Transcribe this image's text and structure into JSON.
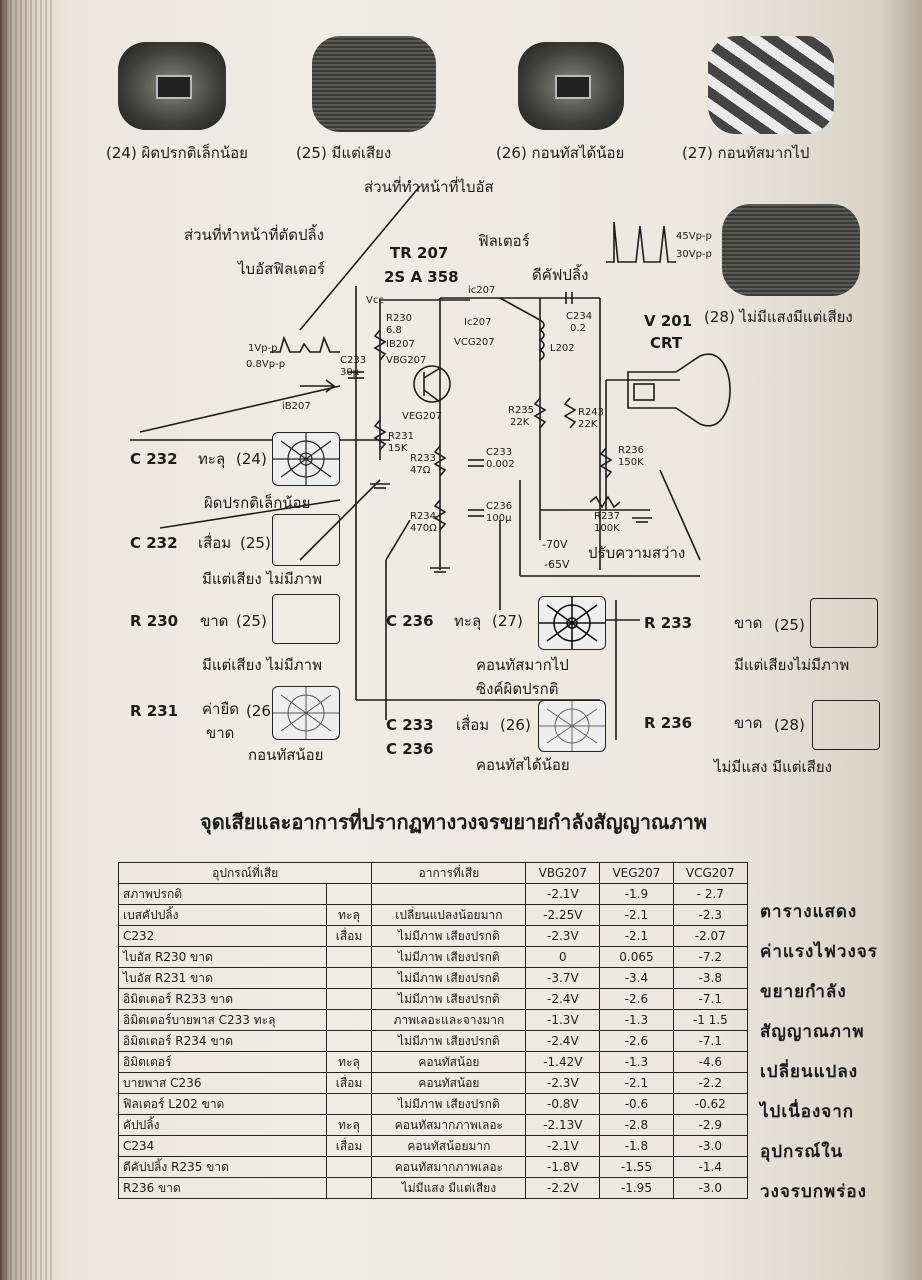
{
  "screens": [
    {
      "caption": "(24) ผิดปรกติเล็กน้อย"
    },
    {
      "caption": "(25) มีแต่เสียง"
    },
    {
      "caption": "(26) กอนทัสได้น้อย"
    },
    {
      "caption": "(27) กอนทัสมากไป"
    },
    {
      "caption": "(28) ไม่มีแสงมีแต่เสียง"
    }
  ],
  "labels": {
    "focus_part": "ส่วนที่ทำหน้าที่ไบอัส",
    "clip_part": "ส่วนที่ทำหน้าที่ตัดปลิ้ง",
    "bias_filter": "ไบอัสฟิลเตอร์",
    "tr": "TR 207",
    "tr_code": "2S A 358",
    "filter": "ฟิลเตอร์",
    "clipper": "ดีคัฟปลิ้ง",
    "v201": "V 201",
    "crt": "CRT",
    "brightness": "ปรับความสว่าง",
    "wave_45": "45Vp-p",
    "wave_30": "30Vp-p",
    "wave_1": "1Vp-p",
    "wave_08": "0.8Vp-p",
    "minus70": "-70V",
    "minus65": "-65V"
  },
  "components": {
    "vcc": "Vcc",
    "r230": "R230",
    "r230v": "6.8",
    "ib": "IB207",
    "vbg": "VBG207",
    "c233": "C233",
    "c233v": "30μ",
    "ib2": "iB207",
    "veg": "VEG207",
    "r231": "R231",
    "r231v": "15K",
    "r233": "R233",
    "r233v": "47Ω",
    "r234": "R234",
    "r234v": "470Ω",
    "c233b": "C233",
    "c233bv": "0.002",
    "c236": "C236",
    "c236v": "100μ",
    "ic": "ic207",
    "ic2": "Ic207",
    "vcg": "VCG207",
    "l202": "L202",
    "c234": "C234",
    "c234v": "0.2",
    "r235": "R235",
    "r235v": "22K",
    "r243": "R243",
    "r243v": "22K",
    "r236": "R236",
    "r236v": "150K",
    "r237": "R237",
    "r237v": "100K"
  },
  "faults": [
    {
      "part": "C 232",
      "state": "ทะลุ",
      "num": "(24)",
      "desc": "ผิดปรกติเล็กน้อย"
    },
    {
      "part": "C 232",
      "state": "เสื่อม",
      "num": "(25)",
      "desc": "มีแต่เสียง ไม่มีภาพ"
    },
    {
      "part": "R 230",
      "state": "ขาด",
      "num": "(25)",
      "desc": "มีแต่เสียง ไม่มีภาพ"
    },
    {
      "part": "R 231",
      "state": "ค่ายืด",
      "num": "(26)",
      "state2": "ขาด",
      "desc": "กอนทัสน้อย"
    },
    {
      "part": "C 236",
      "state": "ทะลุ",
      "num": "(27)",
      "desc": "คอนทัสมากไป",
      "desc2": "ซิงค์ผิดปรกติ"
    },
    {
      "part": "C 233",
      "part2": "C 236",
      "state": "เสื่อม",
      "num": "(26)",
      "desc": "คอนทัสได้น้อย"
    },
    {
      "part": "R 233",
      "state": "ขาด",
      "num": "(25)",
      "desc": "มีแต่เสียงไม่มีภาพ"
    },
    {
      "part": "R 236",
      "state": "ขาด",
      "num": "(28)",
      "desc": "ไม่มีแสง มีแต่เสียง"
    }
  ],
  "heading": "จุดเสียและอาการที่ปรากฏทางวงจรขยายกำลังสัญญาณภาพ",
  "table": {
    "headers": [
      "อุปกรณ์ที่เสีย",
      "อาการที่เสีย",
      "VBG207",
      "VEG207",
      "VCG207"
    ],
    "rows": [
      [
        "สภาพปรกติ",
        "",
        "",
        "-2.1V",
        "-1.9",
        "- 2.7"
      ],
      [
        "เบสคัปปลิ้ง",
        "ทะลุ",
        "เปลี่ยนแปลงน้อยมาก",
        "-2.25V",
        "-2.1",
        "-2.3"
      ],
      [
        "C232",
        "เสื่อม",
        "ไม่มีภาพ เสียงปรกติ",
        "-2.3V",
        "-2.1",
        "-2.07"
      ],
      [
        "ไบอัส R230 ขาด",
        "",
        "ไม่มีภาพ เสียงปรกติ",
        "0",
        "0.065",
        "-7.2"
      ],
      [
        "ไบอัส R231 ขาด",
        "",
        "ไม่มีภาพ เสียงปรกติ",
        "-3.7V",
        "-3.4",
        "-3.8"
      ],
      [
        "อิมิตเตอร์ R233 ขาด",
        "",
        "ไม่มีภาพ เสียงปรกติ",
        "-2.4V",
        "-2.6",
        "-7.1"
      ],
      [
        "อิมิตเตอร์บายพาส C233 ทะลุ",
        "",
        "ภาพเลอะและจางมาก",
        "-1.3V",
        "-1.3",
        "-1 1.5"
      ],
      [
        "อิมิตเตอร์ R234 ขาด",
        "",
        "ไม่มีภาพ เสียงปรกติ",
        "-2.4V",
        "-2.6",
        "-7.1"
      ],
      [
        "อิมิตเตอร์",
        "ทะลุ",
        "คอนทัสน้อย",
        "-1.42V",
        "-1.3",
        "-4.6"
      ],
      [
        "บายพาส C236",
        "เสื่อม",
        "คอนทัสน้อย",
        "-2.3V",
        "-2.1",
        "-2.2"
      ],
      [
        "ฟิลเตอร์ L202 ขาด",
        "",
        "ไม่มีภาพ เสียงปรกติ",
        "-0.8V",
        "-0.6",
        "-0.62"
      ],
      [
        "คัปปลิ้ง",
        "ทะลุ",
        "คอนทัสมากภาพเลอะ",
        "-2.13V",
        "-2.8",
        "-2.9"
      ],
      [
        "C234",
        "เสื่อม",
        "คอนทัสน้อยมาก",
        "-2.1V",
        "-1.8",
        "-3.0"
      ],
      [
        "ดีคัปปลิ้ง R235 ขาด",
        "",
        "คอนทัสมากภาพเลอะ",
        "-1.8V",
        "-1.55",
        "-1.4"
      ],
      [
        "R236 ขาด",
        "",
        "ไม่มีแสง มีแต่เสียง",
        "-2.2V",
        "-1.95",
        "-3.0"
      ]
    ]
  },
  "side_text": [
    "ตารางแสดง",
    "ค่าแรงไฟวงจร",
    "ขยายกำลัง",
    "สัญญาณภาพ",
    "เปลี่ยนแปลง",
    "ไปเนื่องจาก",
    "อุปกรณ์ใน",
    "วงจรบกพร่อง"
  ]
}
